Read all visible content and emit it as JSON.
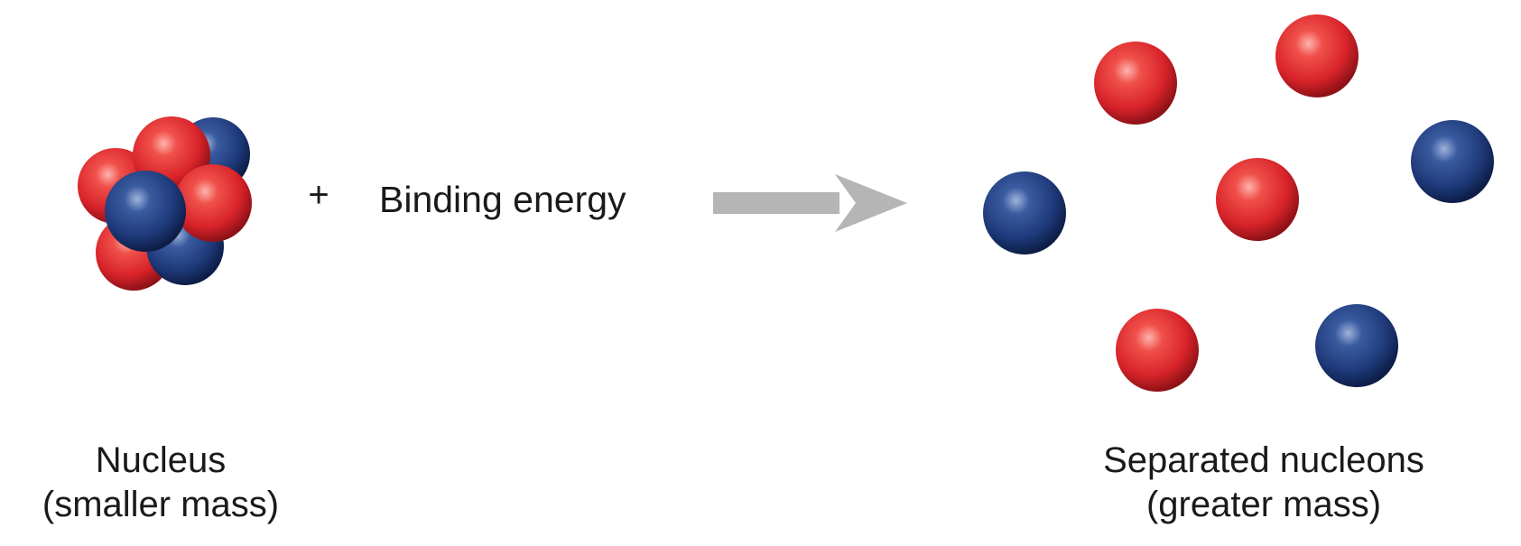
{
  "diagram": {
    "plus": "+",
    "binding_energy": "Binding energy",
    "nucleus": {
      "line1": "Nucleus",
      "line2": "(smaller mass)"
    },
    "separated": {
      "line1": "Separated nucleons",
      "line2": "(greater mass)"
    }
  },
  "colors": {
    "proton": "#d8232a",
    "neutron": "#1f3a7a",
    "arrow": "#b5b5b5",
    "text": "#1a1a1a"
  },
  "icons": {
    "proton": "red-sphere",
    "neutron": "blue-sphere",
    "arrow": "right-arrow"
  }
}
